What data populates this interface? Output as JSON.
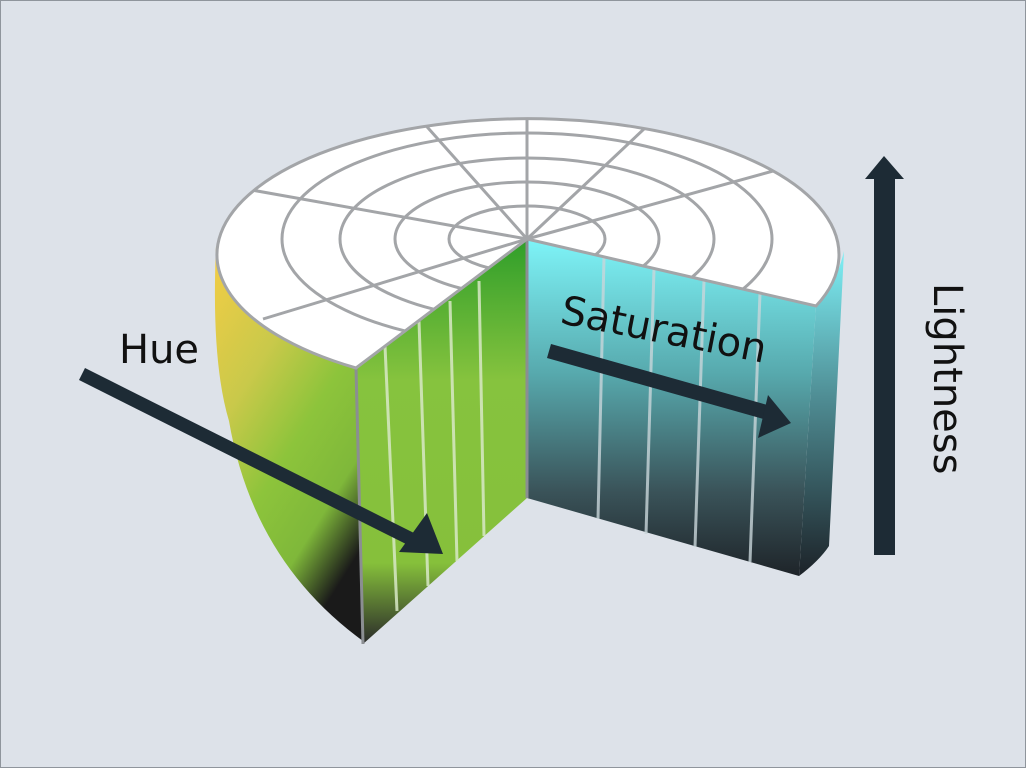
{
  "figure": {
    "title": "",
    "labels": {
      "hue": "Hue",
      "saturation": "Saturation",
      "lightness": "Lightness"
    },
    "colors": {
      "background": "#dde2e9",
      "arrow": "#1d2b35",
      "top_face": "#ffffff",
      "grid_lines": "#a3a5a8",
      "hue_yellow": "#f2cf43",
      "hue_green": "#86c03b",
      "saturation_face_green": "#2f9e2a",
      "lightness_top_cyan": "#7ef4f8",
      "lightness_bottom_dark": "#1e2429"
    }
  }
}
